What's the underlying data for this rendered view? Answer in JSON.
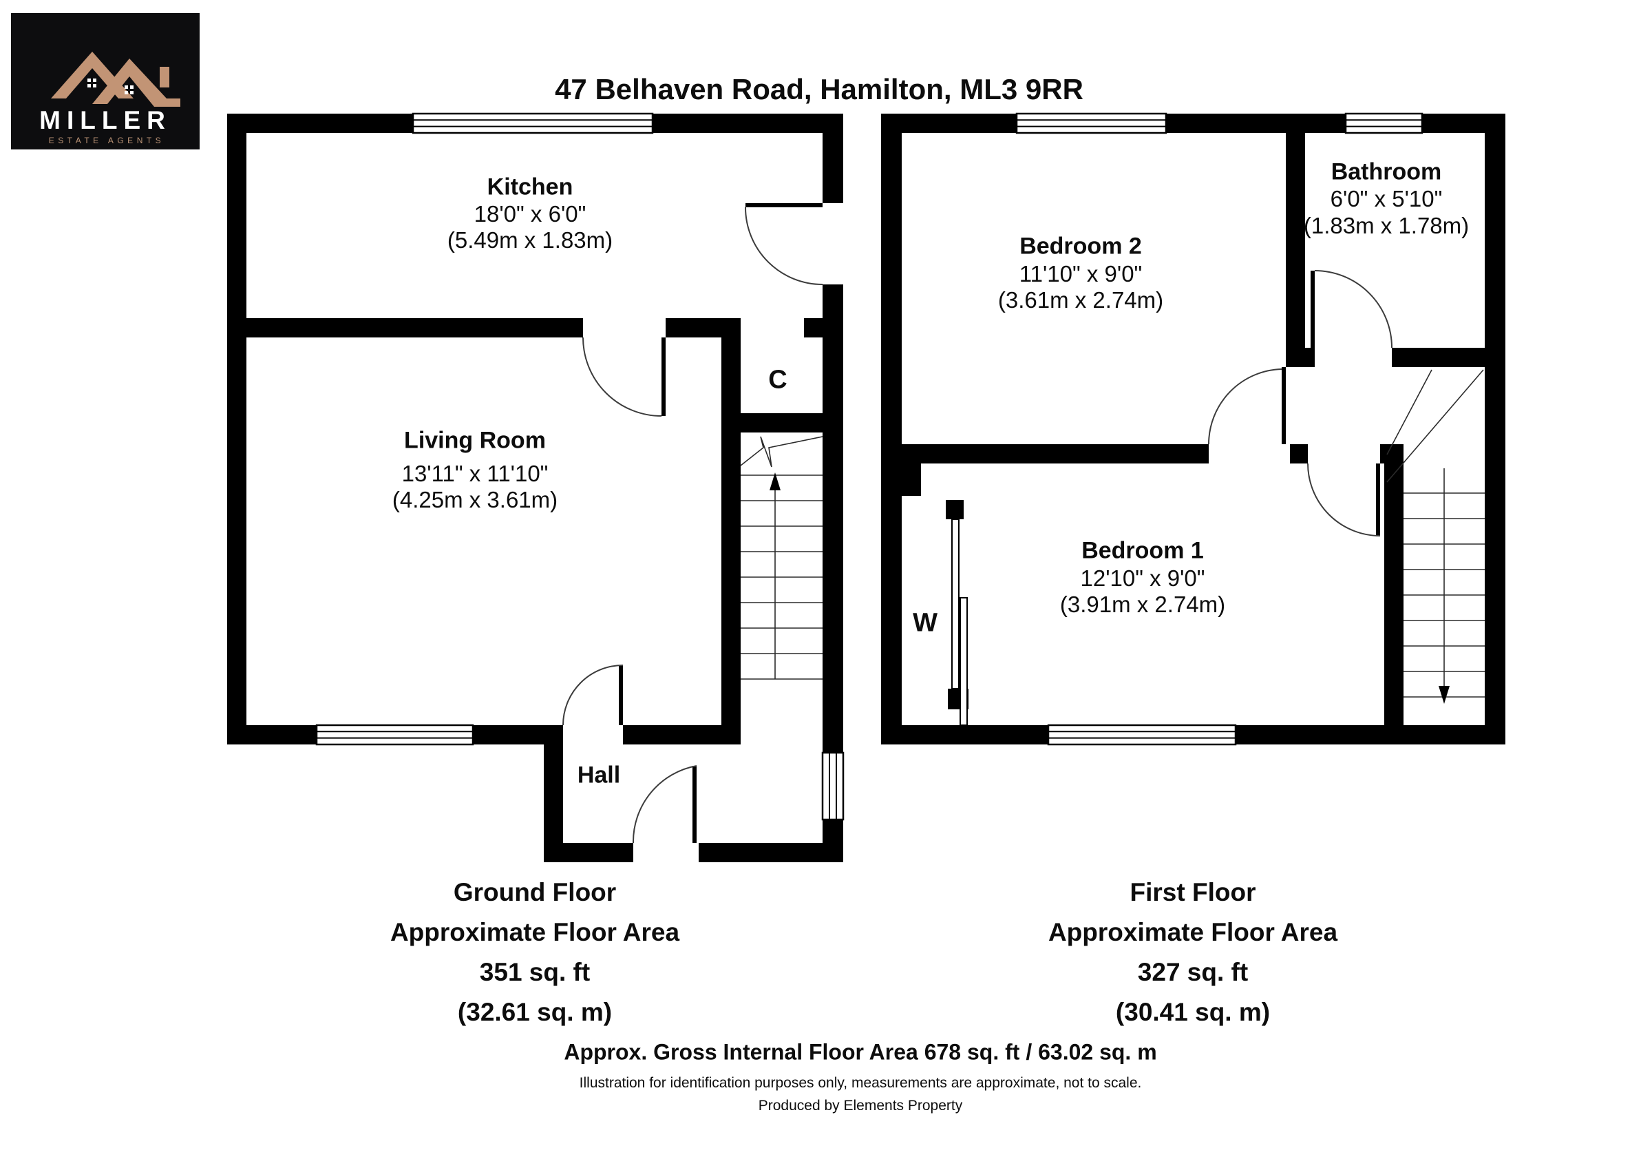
{
  "logo": {
    "brand": "MILLER",
    "tagline": "ESTATE AGENTS"
  },
  "title": "47 Belhaven Road, Hamilton, ML3 9RR",
  "colors": {
    "wall": "#000000",
    "roof_tan": "#c29475",
    "tagline_tan": "#bc9476",
    "background": "#ffffff"
  },
  "ground_floor": {
    "kitchen": {
      "name": "Kitchen",
      "imperial": "18'0\" x 6'0\"",
      "metric": "(5.49m x 1.83m)"
    },
    "living_room": {
      "name": "Living Room",
      "imperial": "13'11\" x 11'10\"",
      "metric": "(4.25m x 3.61m)"
    },
    "hall": {
      "name": "Hall"
    },
    "cupboard": {
      "label": "C"
    },
    "summary": {
      "line1": "Ground Floor",
      "line2": "Approximate Floor Area",
      "line3": "351 sq. ft",
      "line4": "(32.61 sq. m)"
    }
  },
  "first_floor": {
    "bedroom2": {
      "name": "Bedroom 2",
      "imperial": "11'10\" x 9'0\"",
      "metric": "(3.61m x 2.74m)"
    },
    "bathroom": {
      "name": "Bathroom",
      "imperial": "6'0\" x 5'10\"",
      "metric": "(1.83m x 1.78m)"
    },
    "bedroom1": {
      "name": "Bedroom 1",
      "imperial": "12'10\" x 9'0\"",
      "metric": "(3.91m x 2.74m)"
    },
    "wardrobe": {
      "label": "W"
    },
    "summary": {
      "line1": "First Floor",
      "line2": "Approximate Floor Area",
      "line3": "327 sq. ft",
      "line4": "(30.41 sq. m)"
    }
  },
  "footer": {
    "gross": "Approx. Gross Internal Floor Area 678 sq. ft / 63.02 sq. m",
    "disclaimer": "Illustration for identification purposes only, measurements are approximate, not to scale.",
    "produced": "Produced by Elements Property"
  }
}
